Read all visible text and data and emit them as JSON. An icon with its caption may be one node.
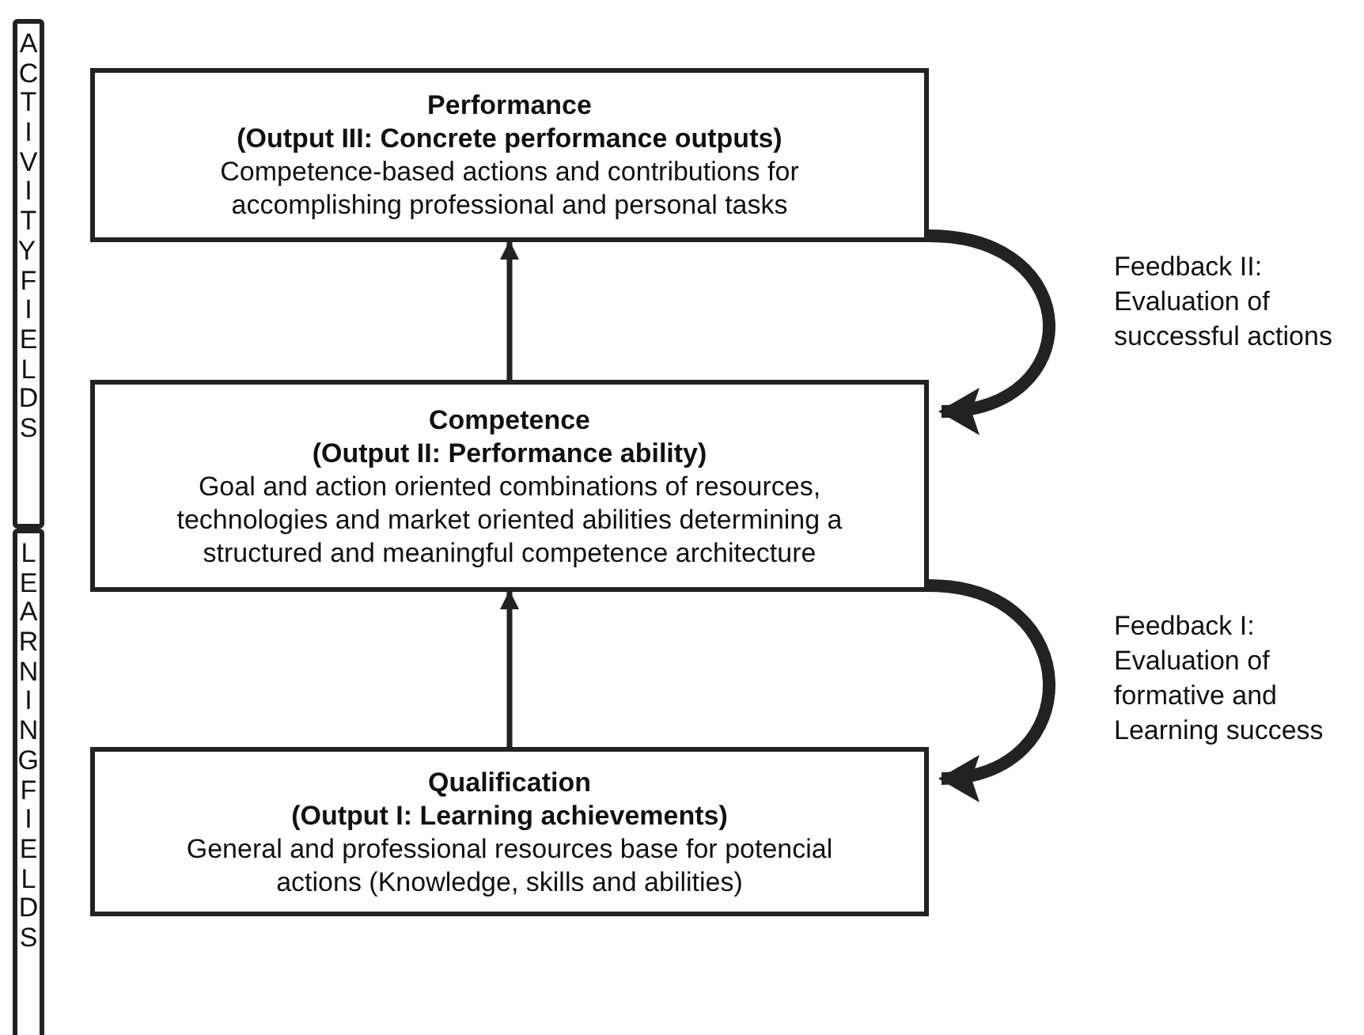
{
  "diagram": {
    "nodes": [
      {
        "text": [
          "Performance",
          "(Output III: Concrete performance outputs)",
          "Competence-based actions and contributions for accomplishing professional and personal tasks"
        ]
      },
      {
        "text": [
          "Competence",
          "(Output II: Performance ability)",
          "Goal and action oriented combinations of resources, technologies and market oriented abilities determining a structured and meaningful competence architecture"
        ]
      },
      {
        "text": [
          "Qualification",
          "(Output I: Learning achievements)",
          "General and professional resources base for potencial actions (Knowledge, skills and abilities)"
        ]
      },
      {
        "text": [
          "ACTIVITY FIELDS"
        ]
      },
      {
        "text": [
          "LEARNING FIELDS"
        ]
      }
    ],
    "edges": [
      {
        "from": 2,
        "to": 1,
        "arrow": "to"
      },
      {
        "from": 1,
        "to": 0,
        "arrow": "to"
      },
      {
        "from": 0,
        "to": 1,
        "arrow": "to",
        "style": "thick",
        "label": "Feedback II: Evaluation of successful actions"
      },
      {
        "from": 1,
        "to": 2,
        "arrow": "to",
        "style": "thick",
        "label": "Feedback I: Evaluation of formative and Learning success"
      }
    ]
  }
}
